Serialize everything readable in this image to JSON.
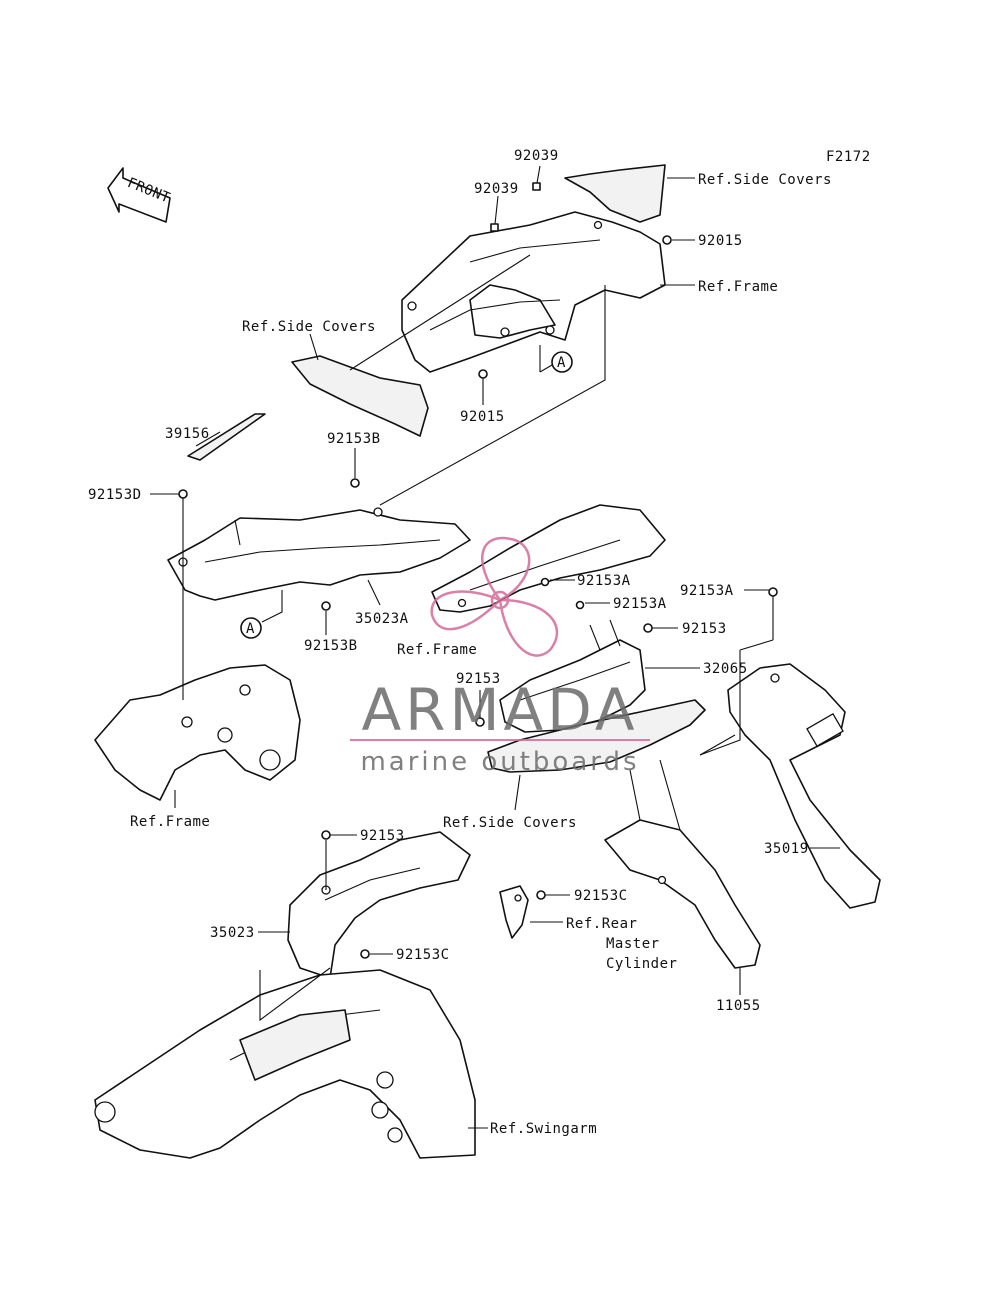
{
  "figure_code": "F2172",
  "front_arrow": "FRONT",
  "callout_A": "A",
  "labels": {
    "p92039_top": "92039",
    "p92039_mid": "92039",
    "ref_side_covers_top": "Ref.Side Covers",
    "p92015_right": "92015",
    "ref_frame_top": "Ref.Frame",
    "ref_side_covers_left": "Ref.Side Covers",
    "p92015_bottom": "92015",
    "p39156": "39156",
    "p92153B_top": "92153B",
    "p92153D": "92153D",
    "p35023A": "35023A",
    "p92153B_bottom": "92153B",
    "p92153A_1": "92153A",
    "p92153A_2": "92153A",
    "p92153A_3": "92153A",
    "ref_frame_mid": "Ref.Frame",
    "p92153_right": "92153",
    "p32065": "32065",
    "p92153_mid": "92153",
    "ref_frame_left": "Ref.Frame",
    "ref_side_covers_bottom": "Ref.Side Covers",
    "p35019": "35019",
    "p92153_lower": "92153",
    "p92153C_1": "92153C",
    "p35023": "35023",
    "ref_rear_master_1": "Ref.Rear",
    "ref_rear_master_2": "Master",
    "ref_rear_master_3": "Cylinder",
    "p92153C_2": "92153C",
    "p11055": "11055",
    "ref_swingarm": "Ref.Swingarm"
  },
  "watermark": {
    "brand": "ARMADA",
    "tagline": "marine outboards",
    "brand_color": "#6b6b6b",
    "logo_color": "#d46a9a"
  }
}
